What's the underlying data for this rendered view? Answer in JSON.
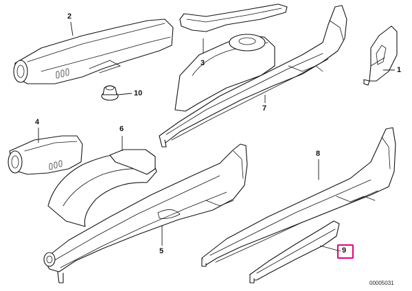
{
  "diagram": {
    "part_labels": {
      "p1": "1",
      "p2": "2",
      "p3": "3",
      "p4": "4",
      "p5": "5",
      "p6": "6",
      "p7": "7",
      "p8": "8",
      "p9": "9",
      "p10": "10"
    },
    "highlighted_part": "9",
    "highlight_color": "#e0007a",
    "line_color": "#111111",
    "background_color": "#ffffff",
    "drawing_number": "00005031"
  }
}
